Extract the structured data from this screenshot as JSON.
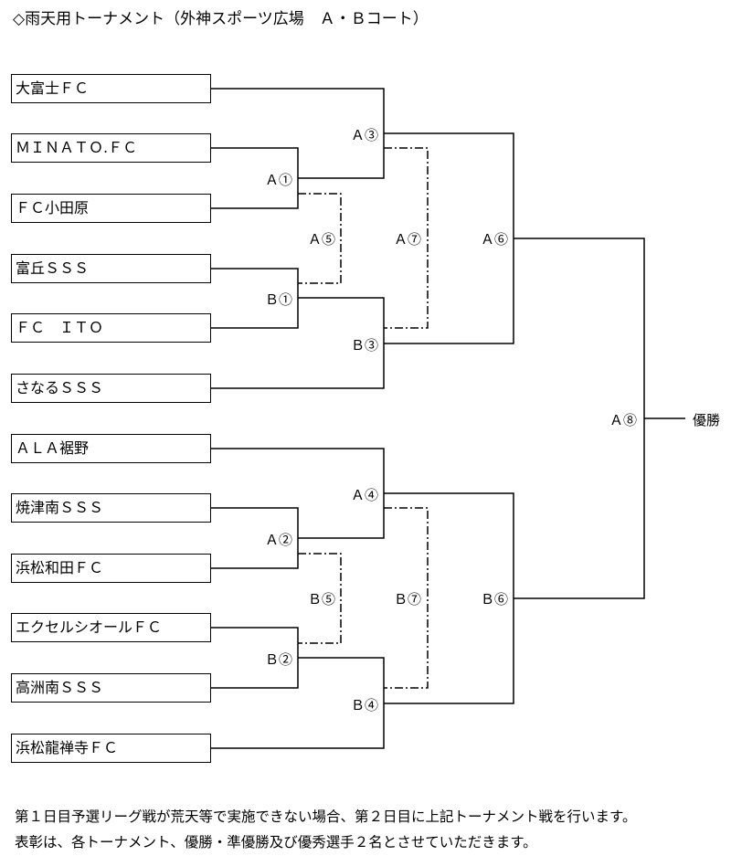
{
  "title": "◇雨天用トーナメント（外神スポーツ広場　Ａ・Ｂコート）",
  "teams": [
    "大富士ＦＣ",
    "ＭＩＮＡＴＯ.ＦＣ",
    "ＦＣ小田原",
    "富丘ＳＳＳ",
    "ＦＣ　ＩＴＯ",
    "さなるＳＳＳ",
    "ＡＬＡ裾野",
    "焼津南ＳＳＳ",
    "浜松和田ＦＣ",
    "エクセルシオールＦＣ",
    "高洲南ＳＳＳ",
    "浜松龍禅寺ＦＣ"
  ],
  "matches": {
    "a1": "Ａ①",
    "b1": "Ｂ①",
    "a2": "Ａ②",
    "b2": "Ｂ②",
    "a3": "Ａ③",
    "b3": "Ｂ③",
    "a4": "Ａ④",
    "b4": "Ｂ④",
    "a5": "Ａ⑤",
    "b5": "Ｂ⑤",
    "a6": "Ａ⑥",
    "b6": "Ｂ⑥",
    "a7": "Ａ⑦",
    "b7": "Ｂ⑦",
    "a8": "Ａ⑧"
  },
  "winner_label": "優勝",
  "footer": [
    "第１日目予選リーグ戦が荒天等で実施できない場合、第２日目に上記トーナメント戦を行います。",
    "表彰は、各トーナメント、優勝・準優勝及び優秀選手２名とさせていただきます。"
  ]
}
